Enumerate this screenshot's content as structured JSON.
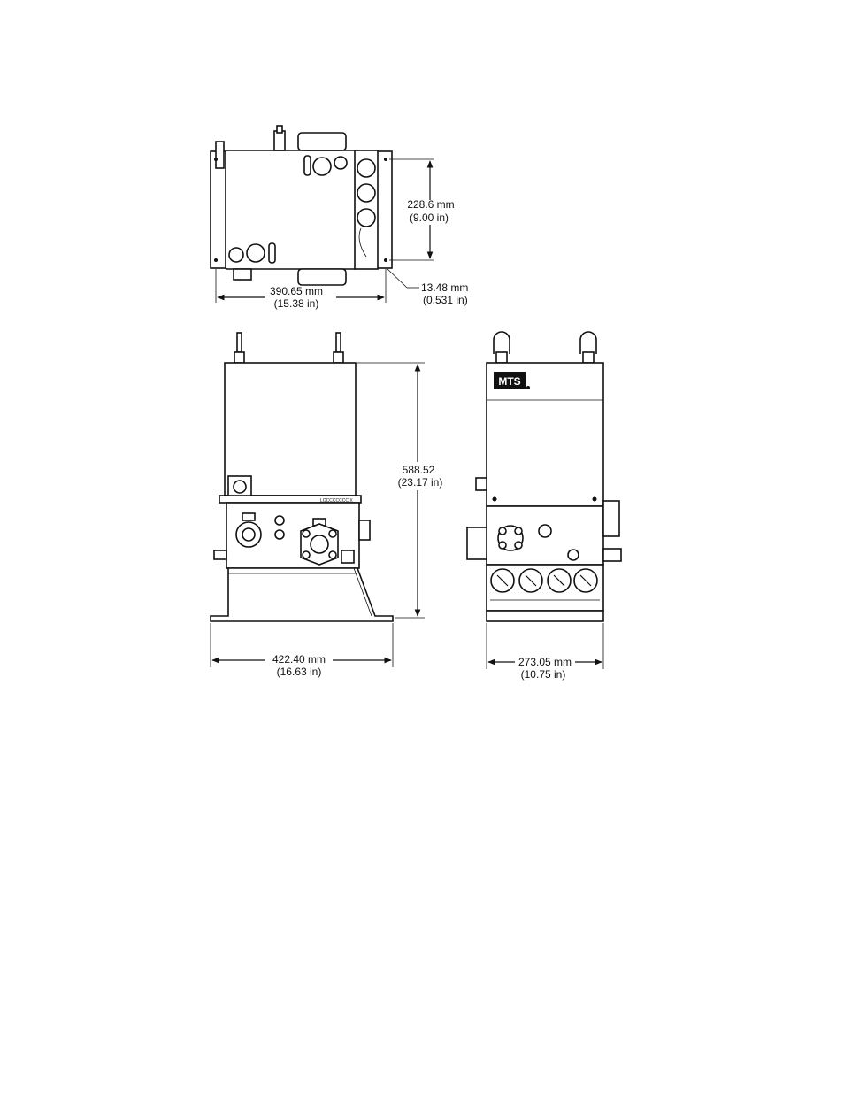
{
  "top_view": {
    "height_dim": {
      "mm": "228.6 mm",
      "in": "(9.00 in)"
    },
    "width_dim": {
      "mm": "390.65 mm",
      "in": "(15.38  in)"
    },
    "offset_dim": {
      "mm": "13.48 mm",
      "in": "(0.531 in)"
    }
  },
  "side_view": {
    "height_dim": {
      "mm": "588.52",
      "in": "(23.17 in)"
    },
    "width_dim": {
      "mm": "422.40 mm",
      "in": "(16.63 in)"
    },
    "label_plate": "LOCCCCCCC  X"
  },
  "front_view": {
    "brand_logo": "MTS",
    "width_dim": {
      "mm": "273.05 mm",
      "in": "(10.75 in)"
    }
  }
}
